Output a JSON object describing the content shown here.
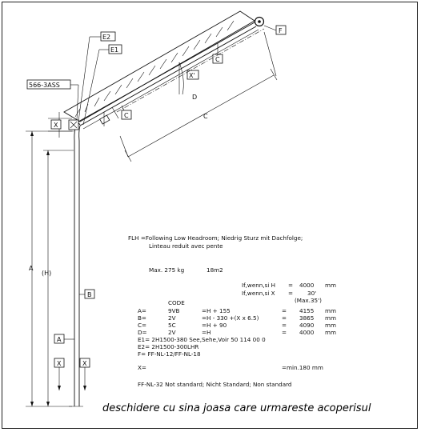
{
  "labels": {
    "F": "F",
    "C_top": "C",
    "X_prime": "X'",
    "D": "D",
    "C_dim": "C",
    "C_box": "C",
    "E2": "E2",
    "E1": "E1",
    "ref_566": "566-3ASS",
    "X_top": "X",
    "A": "A",
    "H": "(H)",
    "B": "B",
    "A_box": "A",
    "X_left": "X",
    "X_right": "X"
  },
  "notes": {
    "flh1": "FLH =Following Low Headroom; Niedrig Sturz mit Dachfolge;",
    "flh2": "Linteau reduit avec pente",
    "max": "Max. 275 kg",
    "area": "18m2",
    "if_h": "If,wenn,si  H",
    "eq_h": "=",
    "h_val": "4000",
    "h_unit": "mm",
    "if_x": "If,wenn,si  X",
    "eq_x": "=",
    "x_val": "30'",
    "max35": "(Max.35')",
    "code": "CODE",
    "rows": [
      {
        "k": "A=",
        "code": "9VB",
        "f": "=H + 155",
        "eq": "=",
        "v": "4155",
        "u": "mm"
      },
      {
        "k": "B=",
        "code": "2V",
        "f": "=H - 330 +(X x 6.5)",
        "eq": "=",
        "v": "3865",
        "u": "mm"
      },
      {
        "k": "C=",
        "code": "5C",
        "f": "=H + 90",
        "eq": "=",
        "v": "4090",
        "u": "mm"
      },
      {
        "k": "D=",
        "code": "2V",
        "f": "=H",
        "eq": "=",
        "v": "4000",
        "u": "mm"
      }
    ],
    "e1": "E1=    2H1500-380          See,Sehe,Voir 50 114 00 0",
    "e2": "E2= 2H1500-300LHR",
    "f": "F= FF-NL-12/FF-NL-18",
    "x_line_k": "X=",
    "x_line_v": "=min.180  mm",
    "ff": "FF-NL-32 Not standard; Nicht Standard;   Non standard"
  },
  "caption": "deschidere cu sina joasa care urmareste acoperisul"
}
